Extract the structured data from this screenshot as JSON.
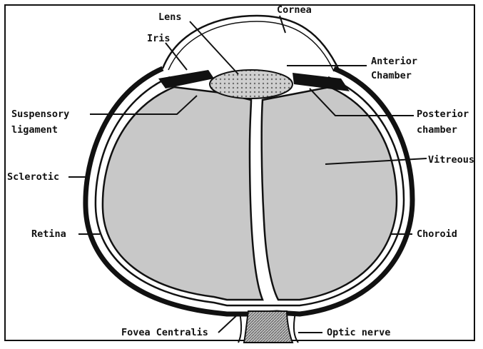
{
  "labels": {
    "lens": "Lens",
    "cornea": "Cornea",
    "iris": "Iris",
    "anterior_1": "Anterior",
    "anterior_2": "Chamber",
    "suspensory_1": "Suspensory",
    "suspensory_2": "ligament",
    "posterior_1": "Posterior",
    "posterior_2": "chamber",
    "vitreous": "Vitreous",
    "sclerotic": "Sclerotic",
    "retina": "Retina",
    "choroid": "Choroid",
    "fovea": "Fovea Centralis",
    "optic_nerve": "Optic nerve"
  },
  "colors": {
    "outline": "#111111",
    "vitreous_fill": "#c8c8c8",
    "lens_fill": "#b8b8b8",
    "background": "#ffffff"
  }
}
